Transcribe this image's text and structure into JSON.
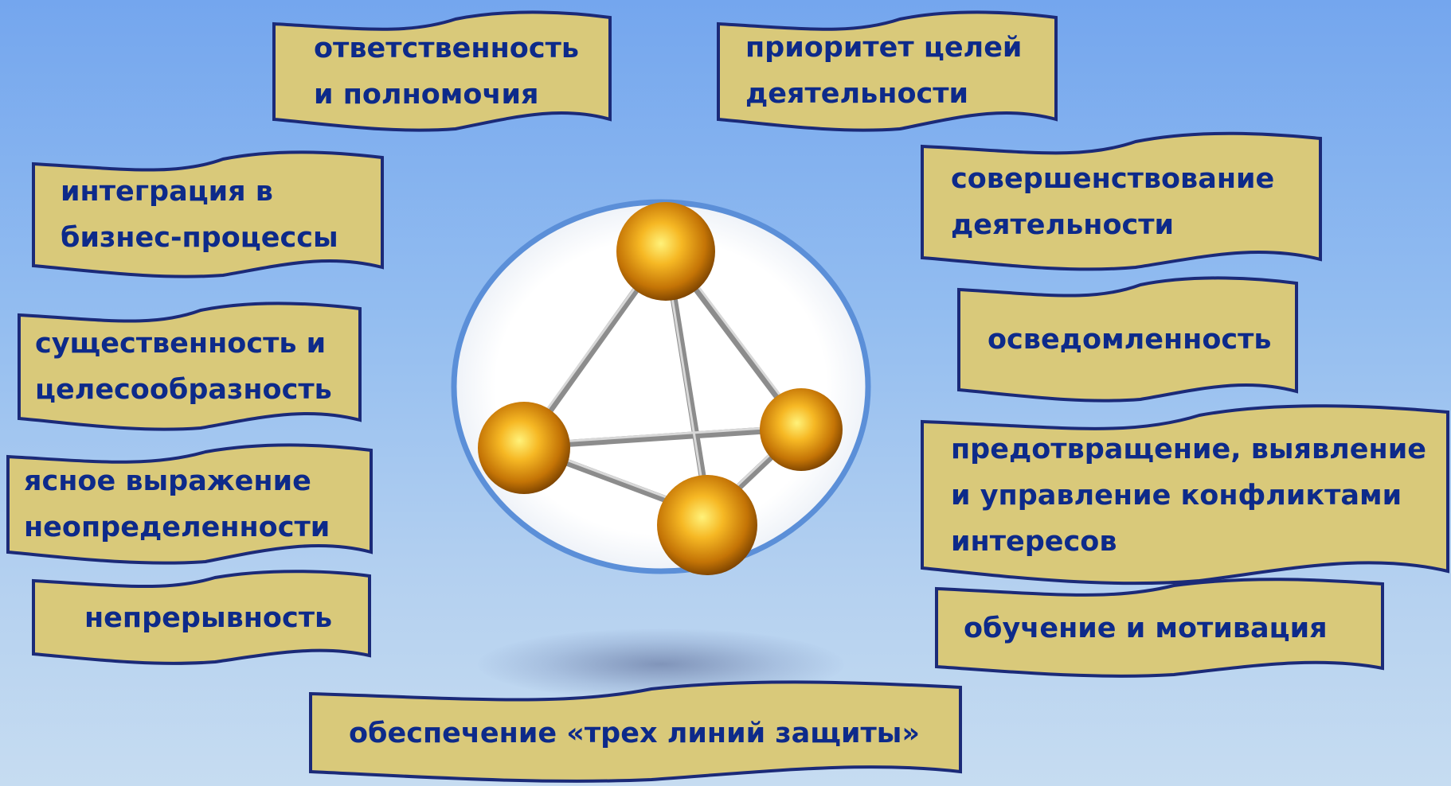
{
  "center_icon": "tetrahedron-molecule-icon",
  "colors": {
    "banner_fill": "#d9c97a",
    "banner_border": "#1b2a78",
    "text": "#0d2a8a",
    "sphere": "#f3a820",
    "circle_border": "#5b8fd8"
  },
  "principles": [
    {
      "lines": [
        "ответственность",
        "и полномочия"
      ]
    },
    {
      "lines": [
        "приоритет целей",
        "деятельности"
      ]
    },
    {
      "lines": [
        "интеграция в",
        "бизнес-процессы"
      ]
    },
    {
      "lines": [
        "совершенствование",
        "деятельности"
      ]
    },
    {
      "lines": [
        "существенность и",
        "целесообразность"
      ]
    },
    {
      "lines": [
        "осведомленность"
      ]
    },
    {
      "lines": [
        "ясное выражение",
        "неопределенности"
      ]
    },
    {
      "lines": [
        "предотвращение, выявление",
        "и управление конфликтами",
        "интересов"
      ]
    },
    {
      "lines": [
        "непрерывность"
      ]
    },
    {
      "lines": [
        "обучение и мотивация"
      ]
    },
    {
      "lines": [
        "обеспечение «трех линий защиты»"
      ]
    }
  ]
}
